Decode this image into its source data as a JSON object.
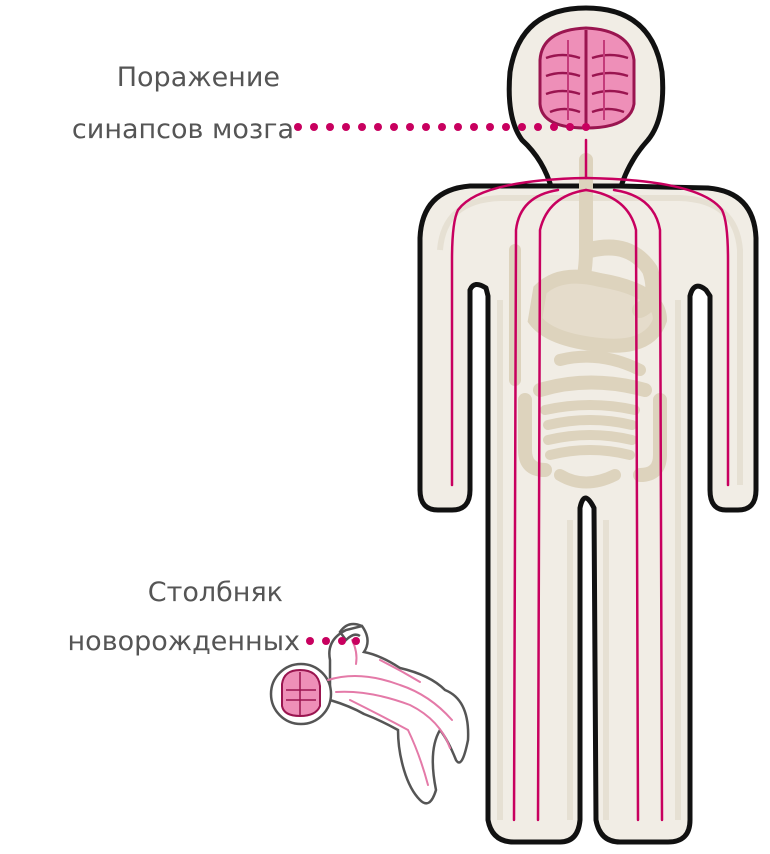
{
  "labels": {
    "brain_synapse_damage": [
      "Поражение",
      "синапсов мозга"
    ],
    "neonatal_tetanus": [
      "Столбняк",
      "новорожденных"
    ]
  },
  "colors": {
    "body_fill": "#f1ede5",
    "outline": "#111111",
    "organ": "#ddd3bd",
    "nerve": "#c8005f",
    "brain_fill": "#ee8fb8",
    "baby_nerve": "#e47aa8",
    "label_text": "#555555",
    "dot": "#c8005f"
  }
}
